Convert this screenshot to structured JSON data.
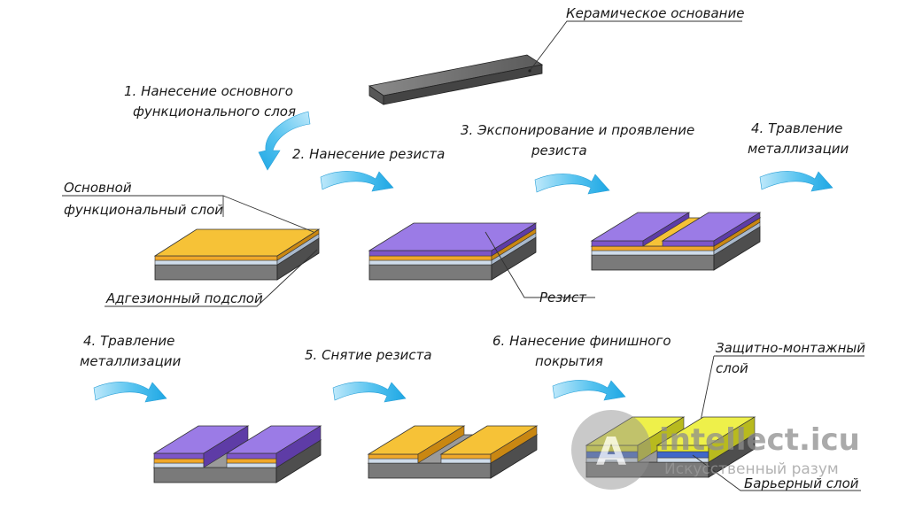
{
  "labels": {
    "ceramic_base": "Керамическое основание",
    "step1_line1": "1. Нанесение основного",
    "step1_line2": "функционального слоя",
    "step2": "2. Нанесение резиста",
    "step3_line1": "3. Экспонирование и проявление",
    "step3_line2": "резиста",
    "step4a_line1": "4. Травление",
    "step4a_line2": "металлизации",
    "main_layer_line1": "Основной",
    "main_layer_line2": "функциональный слой",
    "adhesion_sublayer": "Адгезионный подслой",
    "resist": "Резист",
    "step4b_line1": "4. Травление",
    "step4b_line2": "металлизации",
    "step5": "5. Снятие резиста",
    "step6_line1": "6. Нанесение финишного",
    "step6_line2": "покрытия",
    "protective_line1": "Защитно-монтажный",
    "protective_line2": "слой",
    "barrier_layer": "Барьерный слой"
  },
  "watermark": {
    "logo_letter": "A",
    "name": "intellect.icu",
    "tagline": "Искусственный разум"
  },
  "colors": {
    "ceramic": "#6e6e6e",
    "ceramic_top": "#9a9a9a",
    "functional": "#f2b12e",
    "adhesion": "#c9d6e6",
    "resist": "#8c66dc",
    "finish": "#e8ea33",
    "barrier": "#3f67c8",
    "arrow": "#3fb6ea"
  }
}
